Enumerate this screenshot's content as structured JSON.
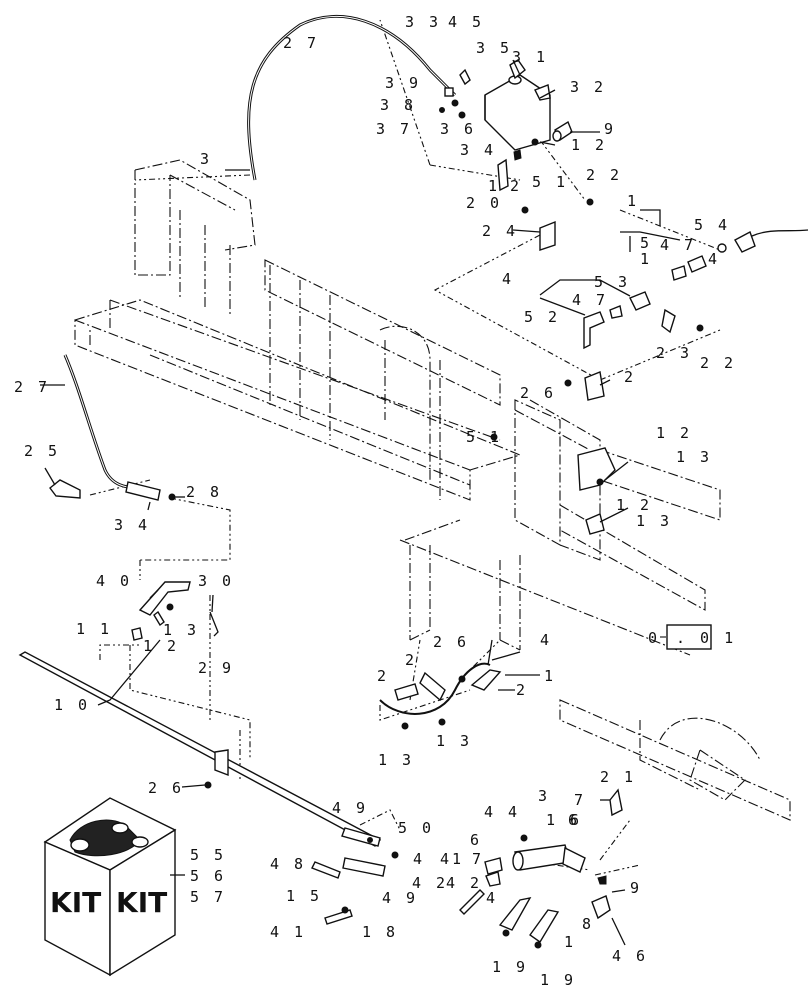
{
  "callouts": [
    {
      "id": "c27a",
      "text": "2 7"
    },
    {
      "id": "c3a",
      "text": "3"
    },
    {
      "id": "c33",
      "text": "3 3"
    },
    {
      "id": "c45",
      "text": "4 5"
    },
    {
      "id": "c35",
      "text": "3 5"
    },
    {
      "id": "c31",
      "text": "3 1"
    },
    {
      "id": "c32",
      "text": "3 2"
    },
    {
      "id": "c39",
      "text": "3 9"
    },
    {
      "id": "c38",
      "text": "3 8"
    },
    {
      "id": "c37",
      "text": "3 7"
    },
    {
      "id": "c36",
      "text": "3 6"
    },
    {
      "id": "c34a",
      "text": "3 4"
    },
    {
      "id": "c9a",
      "text": "9"
    },
    {
      "id": "c12a",
      "text": "1 2"
    },
    {
      "id": "c20",
      "text": "2 0"
    },
    {
      "id": "c1a",
      "text": "1"
    },
    {
      "id": "c2a",
      "text": "2"
    },
    {
      "id": "c51a",
      "text": "5 1"
    },
    {
      "id": "c22a",
      "text": "2 2"
    },
    {
      "id": "c24",
      "text": "2 4"
    },
    {
      "id": "c1b",
      "text": "1"
    },
    {
      "id": "c54",
      "text": "5 4"
    },
    {
      "id": "c1c",
      "text": "1"
    },
    {
      "id": "c54b",
      "text": "5"
    },
    {
      "id": "c47a",
      "text": "4 7"
    },
    {
      "id": "c4a",
      "text": "4"
    },
    {
      "id": "c4b",
      "text": "4"
    },
    {
      "id": "c53",
      "text": "5 3"
    },
    {
      "id": "c47b",
      "text": "4 7"
    },
    {
      "id": "c52",
      "text": "5 2"
    },
    {
      "id": "c23",
      "text": "2 3"
    },
    {
      "id": "c22b",
      "text": "2 2"
    },
    {
      "id": "c27b",
      "text": "2 7"
    },
    {
      "id": "c26a",
      "text": "2 6"
    },
    {
      "id": "c2b",
      "text": "2"
    },
    {
      "id": "c51b",
      "text": "5 1"
    },
    {
      "id": "c12b",
      "text": "1 2"
    },
    {
      "id": "c13a",
      "text": "1 3"
    },
    {
      "id": "c12c",
      "text": "1 2"
    },
    {
      "id": "c13b",
      "text": "1 3"
    },
    {
      "id": "c25",
      "text": "2 5"
    },
    {
      "id": "c28",
      "text": "2 8"
    },
    {
      "id": "c34b",
      "text": "3 4"
    },
    {
      "id": "c40",
      "text": "4 0"
    },
    {
      "id": "c30",
      "text": "3 0"
    },
    {
      "id": "c11",
      "text": "1 1"
    },
    {
      "id": "c12d",
      "text": "1 2"
    },
    {
      "id": "c13c",
      "text": "1 3"
    },
    {
      "id": "c29",
      "text": "2 9"
    },
    {
      "id": "c26b",
      "text": "2 6"
    },
    {
      "id": "c4c",
      "text": "4"
    },
    {
      "id": "c2c",
      "text": "2"
    },
    {
      "id": "c2d",
      "text": "2"
    },
    {
      "id": "c1d",
      "text": "1"
    },
    {
      "id": "c2e",
      "text": "2"
    },
    {
      "id": "c13d",
      "text": "1 3"
    },
    {
      "id": "c13e",
      "text": "1 3"
    },
    {
      "id": "c10",
      "text": "1 0"
    },
    {
      "id": "c26c",
      "text": "2 6"
    },
    {
      "id": "c21",
      "text": "2 1"
    },
    {
      "id": "c7a",
      "text": "7"
    },
    {
      "id": "c49a",
      "text": "4 9"
    },
    {
      "id": "c50",
      "text": "5 0"
    },
    {
      "id": "c44",
      "text": "4 4"
    },
    {
      "id": "c3b",
      "text": "3"
    },
    {
      "id": "c16",
      "text": "1 6"
    },
    {
      "id": "c6a",
      "text": "6"
    },
    {
      "id": "c6b",
      "text": "6"
    },
    {
      "id": "c48",
      "text": "4 8"
    },
    {
      "id": "c44b",
      "text": "4"
    },
    {
      "id": "c41a",
      "text": "41"
    },
    {
      "id": "c7b",
      "text": "7"
    },
    {
      "id": "c9b",
      "text": "9"
    },
    {
      "id": "c15",
      "text": "1 5"
    },
    {
      "id": "c49b",
      "text": "4 9"
    },
    {
      "id": "c42a",
      "text": "4 2"
    },
    {
      "id": "c42b",
      "text": "4 2"
    },
    {
      "id": "c4d",
      "text": "4"
    },
    {
      "id": "c8",
      "text": "8"
    },
    {
      "id": "c41b",
      "text": "4 1"
    },
    {
      "id": "c18",
      "text": "1 8"
    },
    {
      "id": "c1e",
      "text": "1"
    },
    {
      "id": "c19a",
      "text": "1 9"
    },
    {
      "id": "c19b",
      "text": "1 9"
    },
    {
      "id": "c46",
      "text": "4 6"
    },
    {
      "id": "c55",
      "text": "5 5"
    },
    {
      "id": "c56",
      "text": "5 6"
    },
    {
      "id": "c57",
      "text": "5 7"
    }
  ],
  "reference_box": {
    "left": "0",
    "right": ". 0 1"
  },
  "kit": {
    "label_left": "KIT",
    "label_right": "KIT"
  }
}
